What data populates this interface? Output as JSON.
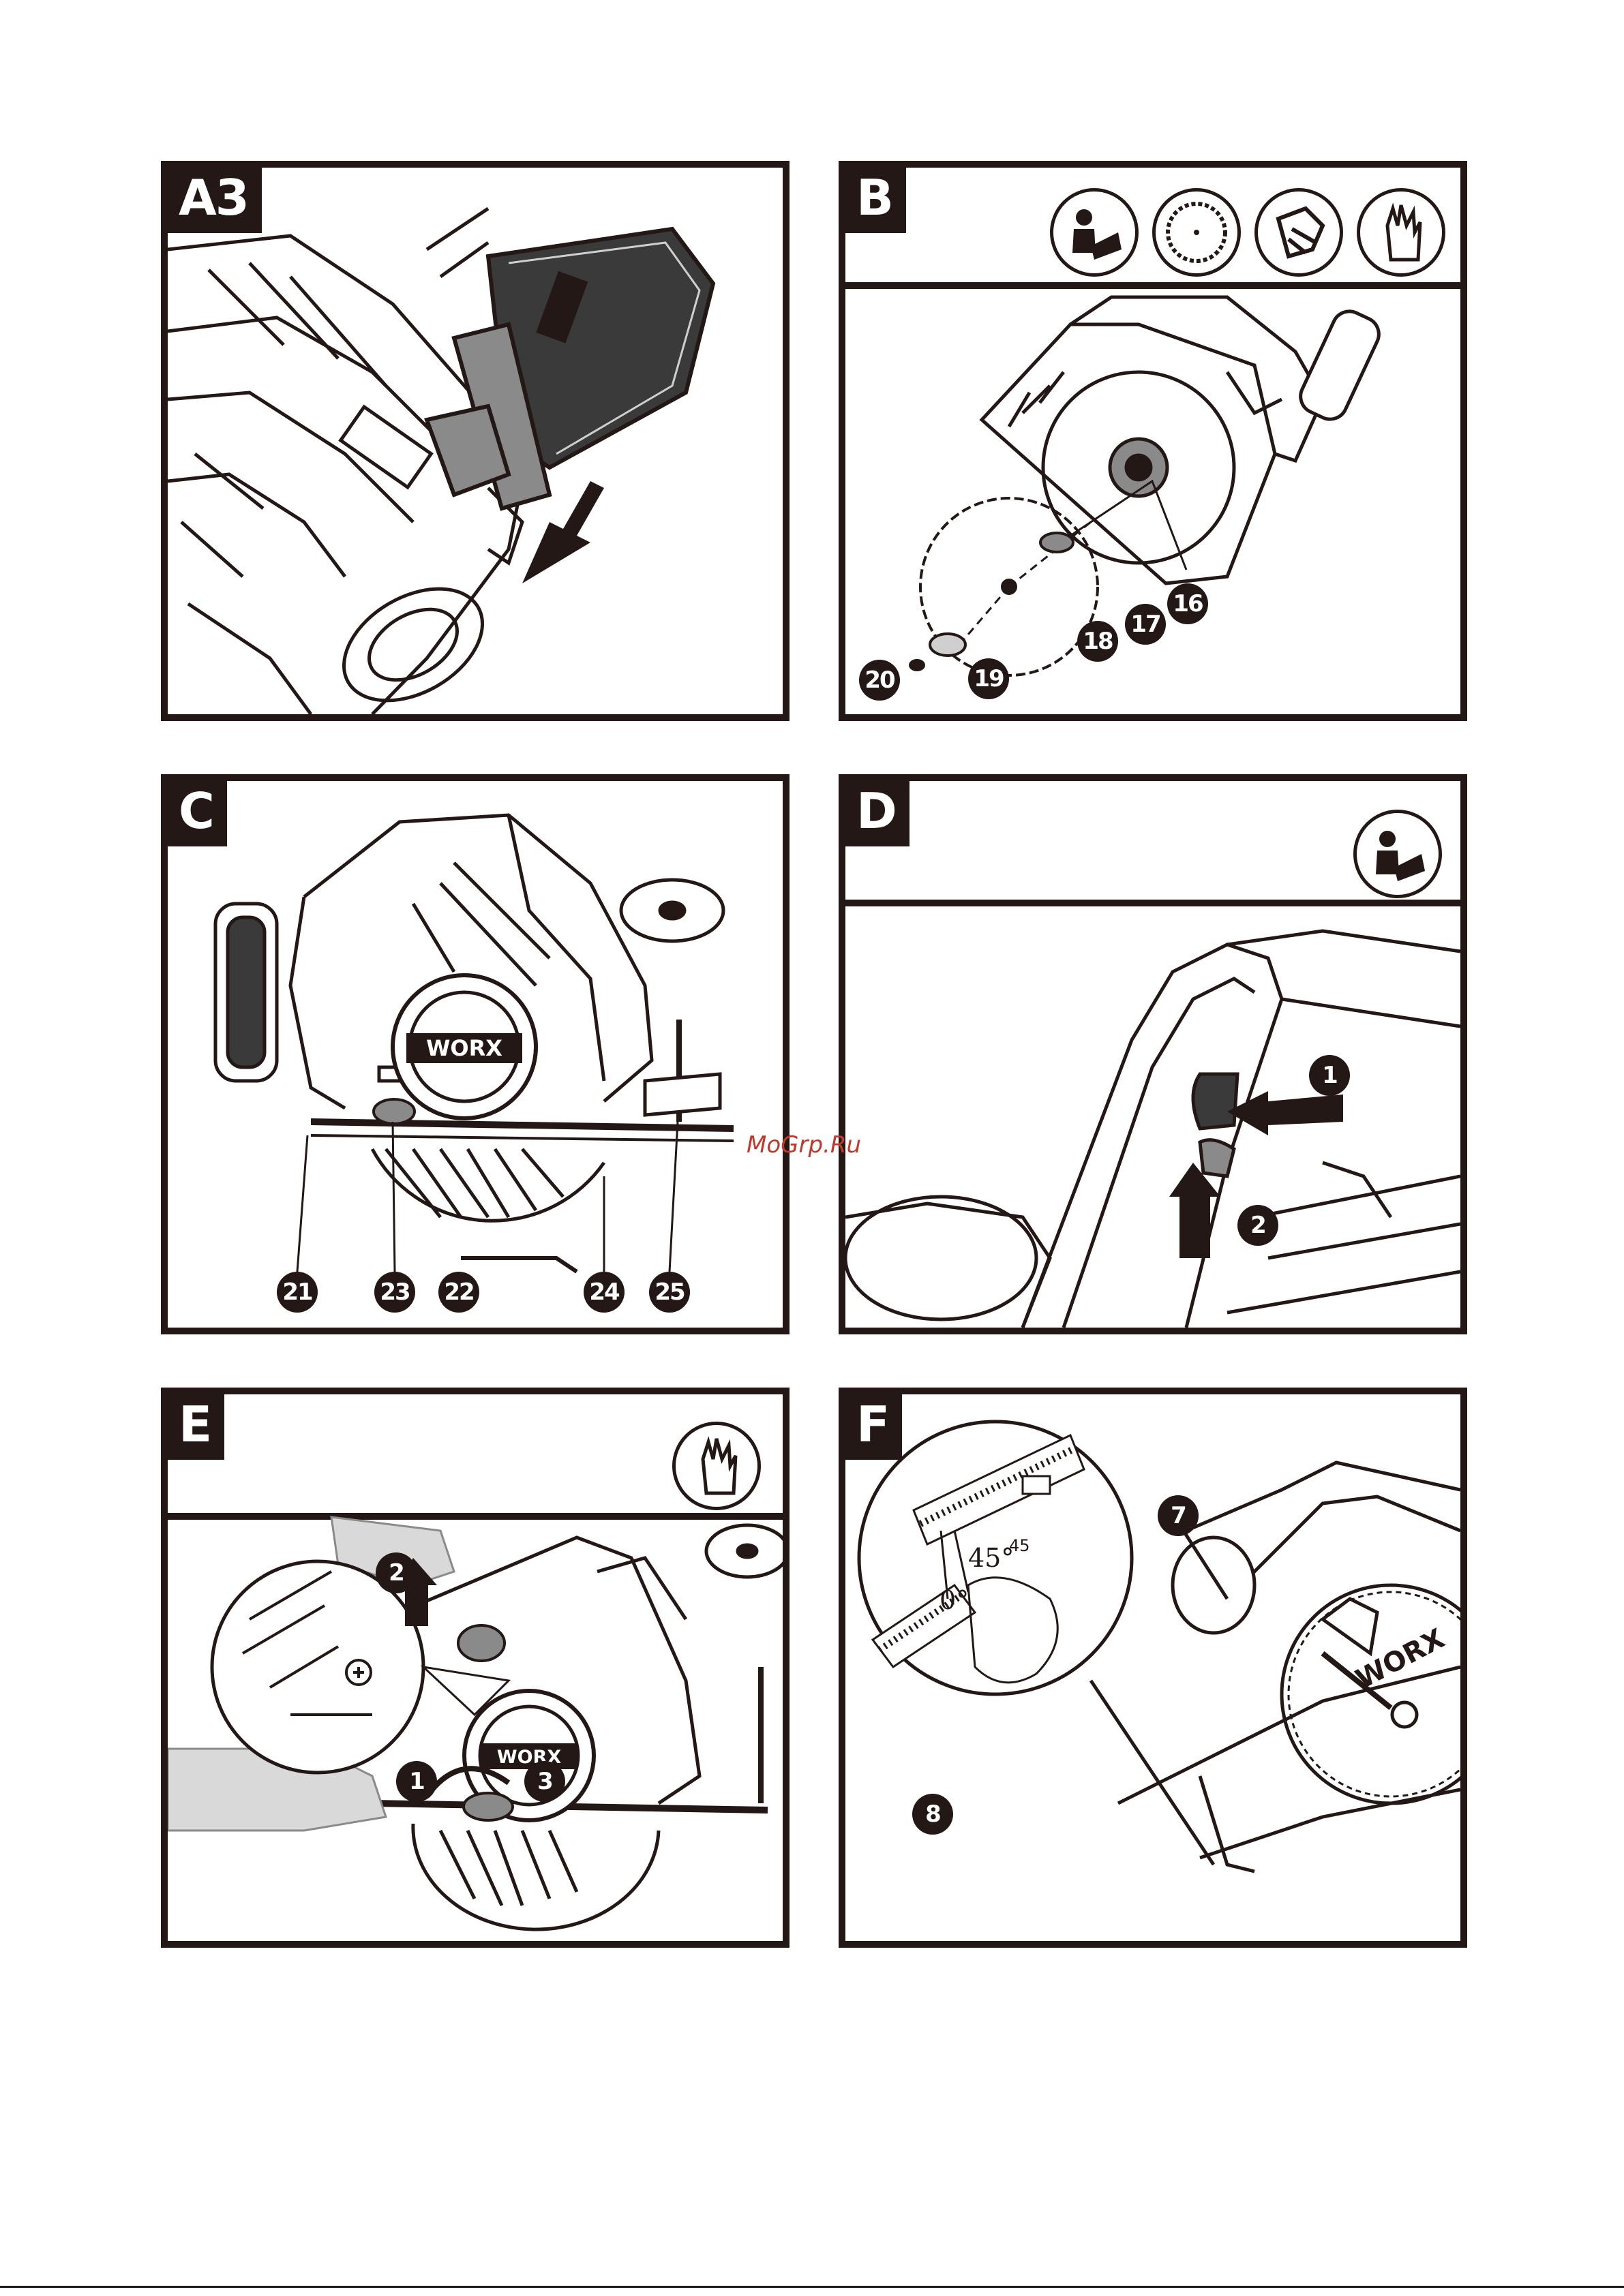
{
  "watermark": "MoGrp.Ru",
  "colors": {
    "ink": "#231815",
    "watermark": "#c0392b"
  },
  "panels": {
    "a3": {
      "label": "A3"
    },
    "b": {
      "label": "B",
      "icons": [
        "read-manual-icon",
        "saw-blade-icon",
        "dust-mask-icon",
        "gloves-icon"
      ],
      "callouts": [
        "16",
        "17",
        "18",
        "19",
        "20"
      ]
    },
    "c": {
      "label": "C",
      "callouts": [
        "21",
        "23",
        "22",
        "24",
        "25"
      ],
      "brand": "WORX"
    },
    "d": {
      "label": "D",
      "icons": [
        "read-manual-icon"
      ],
      "steps": [
        "1",
        "2"
      ]
    },
    "e": {
      "label": "E",
      "icons": [
        "gloves-icon"
      ],
      "steps": [
        "1",
        "2",
        "3"
      ],
      "brand": "WORX"
    },
    "f": {
      "label": "F",
      "angles": {
        "a45": "45°",
        "a0": "0°",
        "scale45": "45"
      },
      "callouts": [
        "7",
        "8"
      ],
      "brand": "WORX"
    }
  }
}
